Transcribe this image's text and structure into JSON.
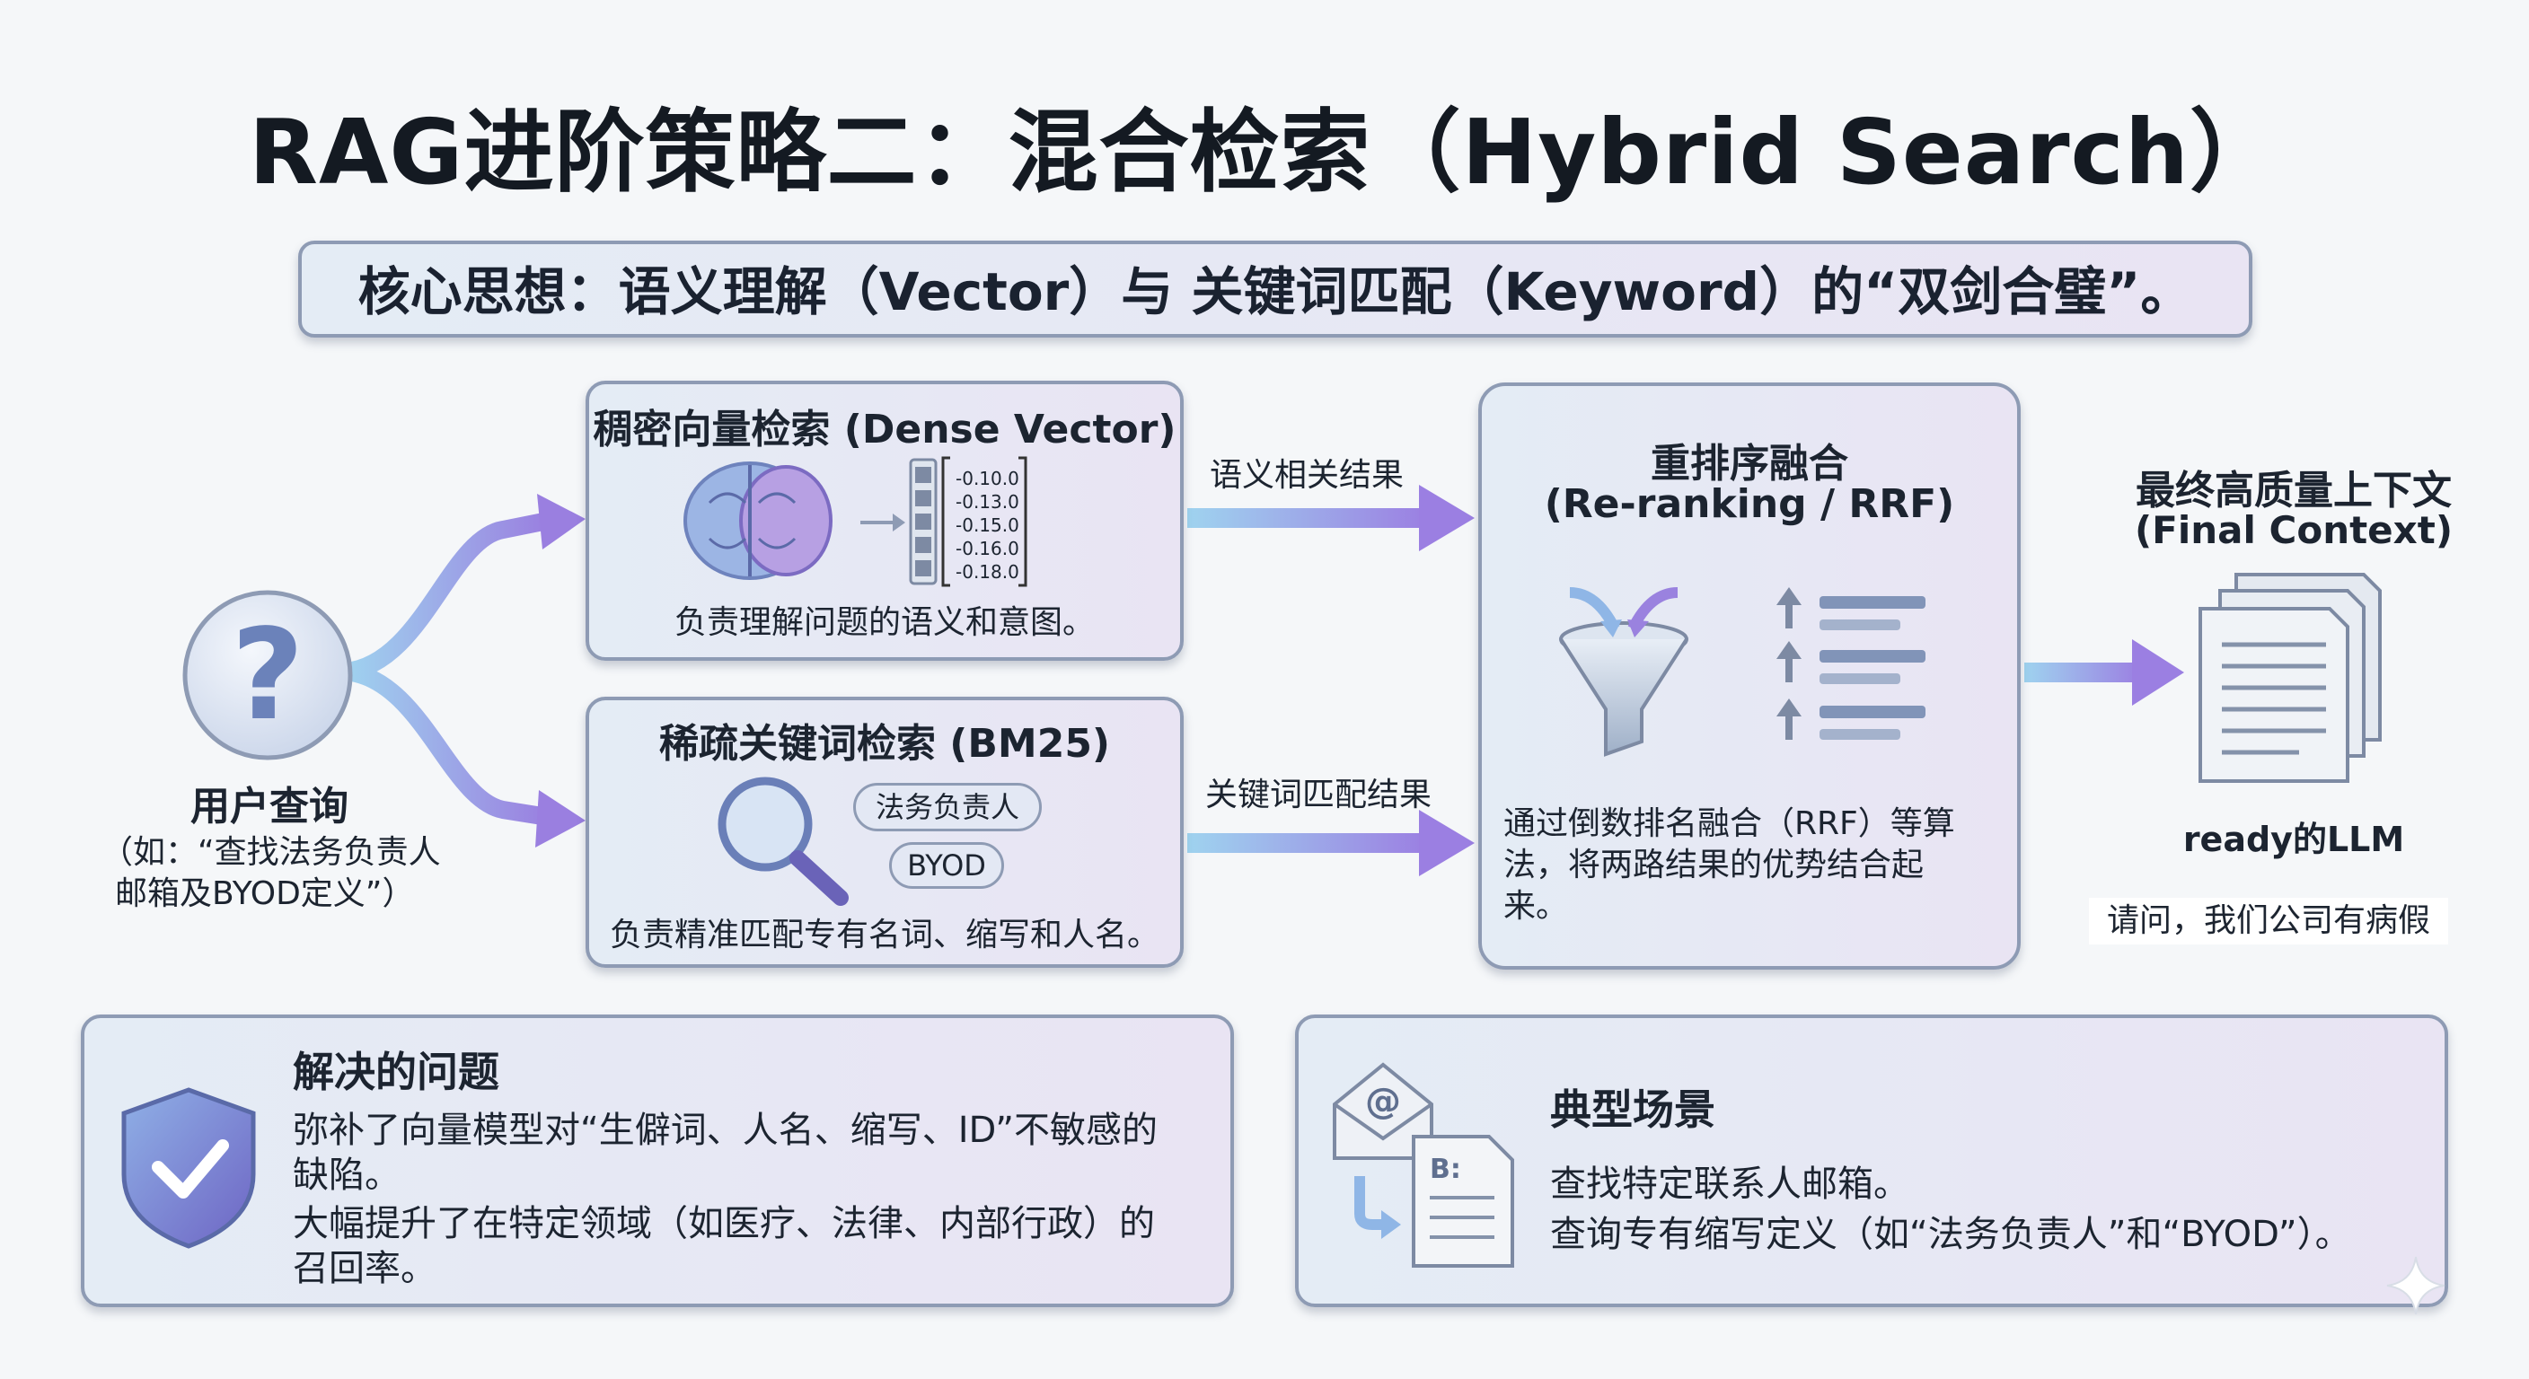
{
  "title": "RAG进阶策略二：混合检索（Hybrid Search）",
  "core_idea": "核心思想：语义理解（Vector）与 关键词匹配（Keyword）的“双剑合璧”。",
  "query": {
    "icon": "question-mark-icon",
    "label": "用户查询",
    "example_line1": "（如：“查找法务负责人",
    "example_line2": "邮箱及BYOD定义”）"
  },
  "dense": {
    "title": "稠密向量检索 (Dense Vector)",
    "vector_values": [
      "-0.10.0",
      "-0.13.0",
      "-0.15.0",
      "-0.16.0",
      "-0.18.0"
    ],
    "description": "负责理解问题的语义和意图。",
    "arrow_label": "语义相关结果"
  },
  "sparse": {
    "title": "稀疏关键词检索 (BM25)",
    "tags": [
      "法务负责人",
      "BYOD"
    ],
    "description": "负责精准匹配专有名词、缩写和人名。",
    "arrow_label": "关键词匹配结果"
  },
  "rerank": {
    "title_line1": "重排序融合",
    "title_line2": "(Re-ranking / RRF)",
    "desc_line1": "通过倒数排名融合（RRF）等算",
    "desc_line2": "法，将两路结果的优势结合起",
    "desc_line3": "来。"
  },
  "final": {
    "title_line1": "最终高质量上下文",
    "title_line2": "(Final Context)",
    "ready_label": "ready的LLM",
    "sample_question": "请问，我们公司有病假"
  },
  "solve": {
    "title": "解决的问题",
    "line1": "弥补了向量模型对“生僻词、人名、缩写、ID”不敏感的",
    "line2": "缺陷。",
    "line3": "大幅提升了在特定领域（如医疗、法律、内部行政）的",
    "line4": "召回率。"
  },
  "scenario": {
    "title": "典型场景",
    "line1": "查找特定联系人邮箱。",
    "line2": "查询专有缩写定义（如“法务负责人”和“BYOD”）。"
  },
  "colors": {
    "arrow_purple": "#9a7fe0",
    "arrow_blue": "#8ec9ea",
    "panel_border": "#8e9bb4",
    "icon_blue": "#5f7fb8"
  }
}
